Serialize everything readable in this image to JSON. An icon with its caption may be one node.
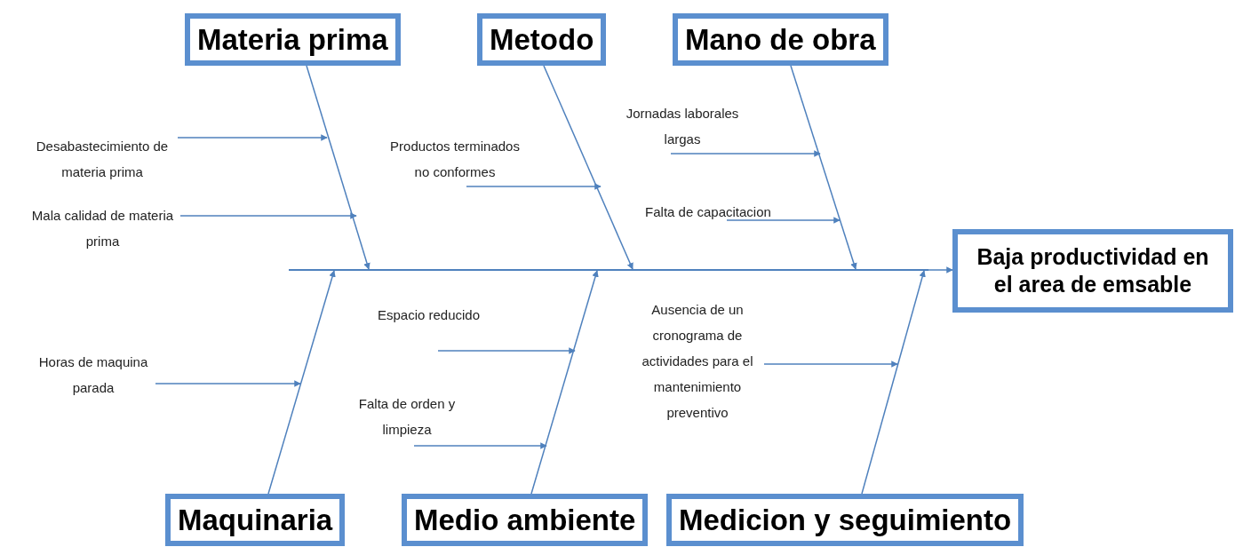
{
  "diagram": {
    "nodes": [
      {
        "text": [
          "Materia prima"
        ]
      },
      {
        "text": [
          "Metodo"
        ]
      },
      {
        "text": [
          "Mano de obra"
        ]
      },
      {
        "text": [
          "Baja productividad en el area de emsable"
        ]
      },
      {
        "text": [
          "Maquinaria"
        ]
      },
      {
        "text": [
          "Medio ambiente"
        ]
      },
      {
        "text": [
          "Medicion y seguimiento"
        ]
      },
      {
        "text": [
          "Desabastecimiento de materia prima"
        ]
      },
      {
        "text": [
          "Mala calidad de materia prima"
        ]
      },
      {
        "text": [
          "Productos terminados no conformes"
        ]
      },
      {
        "text": [
          "Jornadas laborales largas"
        ]
      },
      {
        "text": [
          "Falta de capacitacion"
        ]
      },
      {
        "text": [
          "Espacio reducido"
        ]
      },
      {
        "text": [
          "Ausencia de un cronograma de actividades para el mantenimiento preventivo"
        ]
      },
      {
        "text": [
          "Horas de maquina parada"
        ]
      },
      {
        "text": [
          "Falta de orden y limpieza"
        ]
      },
      {
        "text": [],
        "shape": "bar"
      }
    ],
    "edges": [
      {
        "from": 0,
        "to": 16,
        "arrow": "to"
      },
      {
        "from": 1,
        "to": 16,
        "arrow": "to"
      },
      {
        "from": 2,
        "to": 16,
        "arrow": "to"
      },
      {
        "from": 4,
        "to": 16,
        "arrow": "to"
      },
      {
        "from": 5,
        "to": 16,
        "arrow": "to"
      },
      {
        "from": 6,
        "to": 16,
        "arrow": "to"
      },
      {
        "from": 16,
        "to": 3,
        "arrow": "to"
      },
      {
        "from": 7,
        "to": null,
        "arrow": "to"
      },
      {
        "from": 8,
        "to": null,
        "arrow": "to"
      },
      {
        "from": 9,
        "to": null,
        "arrow": "to"
      },
      {
        "from": 10,
        "to": null,
        "arrow": "to"
      },
      {
        "from": 11,
        "to": null,
        "arrow": "to"
      },
      {
        "from": 12,
        "to": null,
        "arrow": "to"
      },
      {
        "from": 13,
        "to": null,
        "arrow": "to"
      },
      {
        "from": 14,
        "to": null,
        "arrow": "to"
      },
      {
        "from": 15,
        "to": null,
        "arrow": "to"
      }
    ]
  }
}
